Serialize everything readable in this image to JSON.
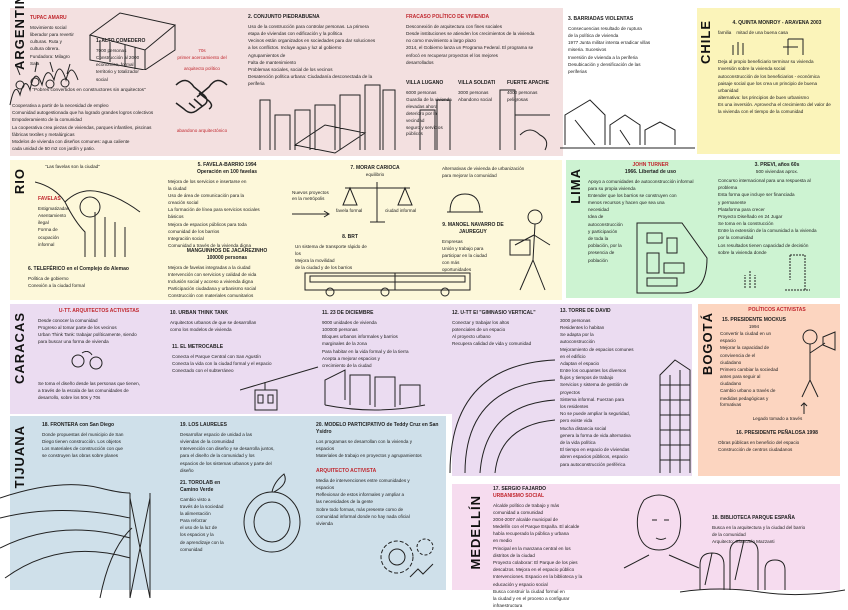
{
  "colors": {
    "argentina": "#f3e0e0",
    "chile": "#fbf4ba",
    "rio": "#fdf8da",
    "lima": "#cdf3d2",
    "caracas": "#ebdcf1",
    "bogota": "#fcd5c0",
    "tijuana": "#cfe0ea",
    "medellin": "#f6dcef",
    "accent": "#c0262d"
  },
  "countries": {
    "argentina": "ARGENTINA",
    "chile": "CHILE",
    "rio": "RIO",
    "lima": "LIMA",
    "caracas": "CARACAS",
    "bogota": "BOGOTÁ",
    "tijuana": "TIJUANA",
    "medellin": "MEDELLÍN"
  },
  "blocks": {
    "tupac": {
      "title": "TUPAC AMARU",
      "lines": [
        "Movimiento social",
        "liberador para revertir",
        "culturas. Ruta y",
        "cultura obrera.",
        "Fundadora: Milagro",
        "Sala"
      ]
    },
    "quote_arg": {
      "text": "\"Pobres convertidos en constructores sin arquitectos\""
    },
    "alto": {
      "title": "1. ALTO COMEDERO",
      "lines": [
        "7000 personas",
        "Construcción al 2000",
        "económica, formal",
        "territorio y totalizador",
        "social"
      ]
    },
    "arg_bottom": {
      "lines": [
        "Cooperativa a partir de la necesidad de empleo",
        "Comunidad autogestionada que ha logrado grandes logros colectivos",
        "Empoderamiento de la comunidad",
        "La cooperativa crea piezas de viviendas, parques infantiles, piscinas",
        "fábricas textiles y metalúrgicas",
        "Modelos de vivienda con diseños comunes: agua caliente",
        "cada unidad de 50 m2 con jardín y patio."
      ]
    },
    "handshake": {
      "top": "70s",
      "mid": "primer acercamiento del",
      "sub": "arquitecto político",
      "bottom": "abandono arquitectónico"
    },
    "piedrabuena": {
      "title": "2. CONJUNTO PIEDRABUENA",
      "lines": [
        "Uso de la construcción para controlar personas. La primera",
        "etapa de viviendas con edificación y la política",
        "Vecinos están organizados en sociedades para dar soluciones",
        "a los conflictos. Incluye agua y luz al gobierno",
        "Agrupamientos de",
        "Falta de mantenimiento",
        "Problemas sociales, social de los vecinos",
        "Desatención política urbana: Ciudadanía desconectada de la",
        "periferia"
      ]
    },
    "fracaso": {
      "title": "FRACASO POLÍTICO DE VIVIENDA",
      "lines": [
        "Desconexión de arquitectura con fines sociales",
        "Desde instituciones se atienden los crecimientos de la vivienda",
        "no como movimiento a largo plazo",
        "2014, el Gobierno lanza un Programa Federal. El programa se",
        "enfocó en recuperar proyectos el los mejores",
        "desarrollados"
      ]
    },
    "villas": [
      {
        "title": "VILLA LUGANO",
        "lines": [
          "6000 personas",
          "Guardia de la vivienda",
          "elevadas ahora",
          "deterioro por la vecindad",
          "seguro y servicios públicos"
        ]
      },
      {
        "title": "VILLA SOLDATI",
        "lines": [
          "3000 personas",
          "Abandono social"
        ]
      },
      {
        "title": "FUERTE APACHE",
        "lines": [
          "4000 personas",
          "peligrosas"
        ]
      }
    ],
    "barriadas": {
      "title": "3. BARRIADAS VIOLENTAS",
      "lines": [
        "Consecuencias resultado de ruptura",
        "de la política de vivienda",
        "",
        "1977 Junta militar intenta erradicar villas",
        "miseria. Sucesivos",
        "Inversión de vivienda a la periferia",
        "Desubicación y densificación de las",
        "periferias"
      ]
    },
    "quinta": {
      "title": "4. QUINTA MONROY - ARAVENA 2003",
      "familia": "familia",
      "mitad": "mitad de una buena casa",
      "lines": [
        "Deja al propio beneficiario terminar su vivienda",
        "Inversión sobre la vivienda social",
        "",
        "autoconstrucción de los beneficiarios - económica",
        "paisaje social que los crea un principio de buena",
        "urbanidad",
        "alternativa: los principios de buen urbanismo",
        "Es una inversión. Aprovecha el crecimiento del valor de",
        "la vivienda con el tiempo de la comunidad"
      ]
    },
    "rio_quote": {
      "text": "\"Las favelas son la ciudad\""
    },
    "favelas": {
      "title": "FAVELAS",
      "lines": [
        "Estigmatizadas",
        "Asentamiento",
        "ilegal",
        "Forma de",
        "ocupación",
        "informal"
      ]
    },
    "teleferico": {
      "title": "6. TELEFÉRICO en el Complejo do Alemao",
      "lines": [
        "Política de gobierno",
        "Conexión a la ciudad formal"
      ]
    },
    "favela_barrio": {
      "title": "5. FAVELA-BARRIO 1994",
      "subtitle": "Operación en 100 favelas",
      "lines": [
        "Mejora de los servicios e insertarse en",
        "la ciudad",
        "Uso de área de comunicación para la",
        "creación social",
        "La formación de línea para servicios sociales",
        "básicos",
        "Mejora de espacios públicos para toda",
        "comunidad de los barrios",
        "Integración social",
        "Comunidad a través de la vivienda digna"
      ]
    },
    "manguinhos": {
      "title": "MANGUINHOS DE JACAREZINHO",
      "subtitle": "100000 personas",
      "lines": [
        "Mejora de favelas integradas a la ciudad",
        "Intervención con servicios y calidad de vida",
        "Inclusión social y acceso a vivienda digna",
        "Participación ciudadana y urbanismo social",
        "Construcción con materiales comunitarios"
      ]
    },
    "morar": {
      "title": "7. MORAR CARIOCA",
      "subtitle": "equilibrio",
      "arrow_text": "Nuevos proyectos en la metrópolis",
      "left": "favela formal",
      "right": "ciudad informal"
    },
    "morar_right": {
      "lines": [
        "Alternativas de vivienda de urbanización",
        "para mejorar la comunidad"
      ]
    },
    "brt": {
      "title": "8. BRT",
      "lines": [
        "Un sistema de transporte rápido de",
        "los",
        "Mejora la movilidad",
        "de la ciudad y de los barrios"
      ]
    },
    "jaureguy": {
      "title": "9. MANOEL NAVARRO DE JAUREGUY",
      "lines": [
        "Empresas",
        "Unión y trabajo para",
        "participar en la ciudad",
        "con más",
        "oportunidades"
      ]
    },
    "turner": {
      "title": "JOHN TURNER",
      "subtitle": "1966. Libertad de uso",
      "lines": [
        "Apoyo a comunidades de autoconstrucción informal",
        "para su propia vivienda",
        "Entender que los barrios se construyen con",
        "menos recursos y hacen que sea una",
        "necesidad",
        "Idea de",
        "autoconstrucción",
        "y participación",
        "de toda la",
        "población, por la",
        "presencia de",
        "población"
      ]
    },
    "previ": {
      "title": "3. PREVI, años 60s",
      "subtitle": "500 viviendas aprox.",
      "lines": [
        "Concurso internacional para una respuesta al",
        "problema",
        "Esta forma que incluye ser financiada",
        "y permanente",
        "Plataforma para crecer",
        "Proyecto Diseñado en 24 Jugar",
        "Se toma en la construcción",
        "Entre la extensión de la comunidad a la vivienda",
        "por la comunidad",
        "Los resultados tienen capacidad de decisión",
        "sobre la vivienda donde"
      ]
    },
    "uti": {
      "title": "U-TT. ARQUITECTOS ACTIVISTAS",
      "lines": [
        "Desde conocer la comunidad",
        "Progreso al tomar parte de los vecinos",
        "Urban Think Tank: trabajar políticamente, siendo",
        "para buscar una forma de vivienda"
      ],
      "bottom": [
        "Se toma el diseño desde las personas que tienen,",
        "a través de la escala de las comunidades de",
        "desarrollo, sobre los 50s y 70s"
      ]
    },
    "utt10": {
      "title": "10. URBAN THINK TANK",
      "lines": [
        "Arquitectos urbanos de que se desarrollan",
        "como los modelos de vivienda"
      ]
    },
    "metrocable": {
      "title": "11. EL METROCABLE",
      "lines": [
        "Conecta el Parque Central con San Agustín",
        "Conecta la vida con la ciudad formal y el espacio",
        "",
        "Conectado con el subterráneo"
      ]
    },
    "diciembre": {
      "title": "11. 23 DE DICIEMBRE",
      "lines": [
        "9000 unidades de vivienda",
        "100000 personas",
        "Bloques urbanos informales y barrios",
        "marginales de la zona",
        "Para habitar en la vida formal y de la tierra",
        "Acepta a mejorar espacios y",
        "crecimiento de la ciudad"
      ]
    },
    "gimnasio": {
      "title": "12. U-TT EI \"GIMNASIO VERTICAL\"",
      "lines": [
        "Conectar y trabajar los altos",
        "potenciales de un espacio",
        "Al proyecto urbano",
        "Recupera calidad de vida y comunidad"
      ]
    },
    "torre": {
      "title": "13. TORRE DE DAVID",
      "lines": [
        "3000 personas",
        "",
        "Residentes lo habitan",
        "Se adapta por la",
        "autoconstrucción",
        "Mejoramiento de espacios comunes",
        "en el edificio",
        "Adaptan el espacio",
        "Entre los ocupantes los diversos",
        "flujos y tiempos de trabajo",
        "Servicios y sistema de gestión de",
        "proyectos",
        "Sistema informal. Fuerzan para",
        "los residentes",
        "No se puede ampliar la seguridad,",
        "pero existe vida",
        "Mucha distancia social",
        "genera la forma de vida alternativa",
        "de la vida política",
        "El tiempo en espacio de viviendas",
        "abren espacios públicos, espacio",
        "para autoconstrucción periférica"
      ]
    },
    "bogota_head": {
      "title": "POLÍTICOS ACTIVISTAS"
    },
    "mockus": {
      "title": "15. PRESIDENTE MOCKUS",
      "subtitle": "1994",
      "lines": [
        "Convertir la ciudad en un",
        "espacio",
        "Mejorar la capacidad de",
        "convivencia de el",
        "ciudadano",
        "Primero cambiar la sociedad",
        "antes para seguir al",
        "ciudadano",
        "Cambio urbano a través de",
        "medidas pedagógicas y formativas"
      ],
      "legado": "Legado tomado a través"
    },
    "penalosa": {
      "title": "16. PRESIDENTE PEÑALOSA 1998",
      "lines": [
        "Obras públicas en beneficio del espacio",
        "Construcción de centros ciudadanos"
      ]
    },
    "frontera": {
      "title": "18. FRONTERA con San Diego",
      "lines": [
        "Donde propuestas del municipio de San",
        "Diego tienen construcción. Los objetos",
        "Los materiales de construcción con que",
        "se construyen las obras sobre planes"
      ]
    },
    "laureles": {
      "title": "19. LOS LAURELES",
      "lines": [
        "Desarrollar espacio de unidad a las",
        "viviendas de la comunidad",
        "Intervención con diseño y se desarrolla juntos,",
        "para el diseño de la comunidad y los",
        "espacios de los sistemas urbanos y parte del",
        "diseño"
      ]
    },
    "torolab": {
      "title": "21. TOROLAB en Camino Verde",
      "lines": [
        "Cambio visto a",
        "través de la sociedad",
        "la alimentación",
        "Para reforzar",
        "el uso de la luz de",
        "los espacios y la",
        "de aprendizaje con la",
        "comunidad"
      ]
    },
    "modelo": {
      "title": "20. MODELO PARTICIPATIVO de Teddy Cruz en San Ysidro",
      "lines": [
        "Los programas se desarrollan con la vivienda y",
        "espacios",
        "Materiales de trabajo en proyectos y agrupamientos"
      ]
    },
    "activista": {
      "title": "ARQUITECTO ACTIVISTA",
      "lines": [
        "Media de intervenciones entre comunidades y",
        "espacios",
        "Reflexionar de estos informales y ampliar a",
        "las necesidades de la gente",
        "",
        "Sobre todo formas, más presente como de",
        "comunidad informal donde no hay nada oficial",
        "vivienda"
      ]
    },
    "fajardo": {
      "title": "17. SERGIO FAJARDO",
      "subtitle": "URBANISMO SOCIAL",
      "lines": [
        "Alcalde político de trabajo y más",
        "comunidad a comunidad",
        "2004-2007 alcalde municipal de",
        "Medellín con el Parque España. El alcalde",
        "había recuperado la pública y urbana",
        "en medio",
        "Principal en la manzana central en los",
        "distritos de la ciudad",
        "Proyecto colaborar: El Parque de los pies",
        "descalzos. Mejora en el espacio público",
        "Intervenciones. Espacio en la biblioteca y la",
        "educación y espacio social",
        "Busca construir la ciudad formal en",
        "la ciudad y en el proceso a configurar",
        "infraestructura"
      ]
    },
    "biblioteca": {
      "title": "18. BIBLIOTECA PARQUE ESPAÑA",
      "lines": [
        "Busca en la arquitectura y la ciudad del barrio",
        "de la comunidad",
        "Arquitecto: Giancarlo Mazzanti"
      ]
    }
  }
}
